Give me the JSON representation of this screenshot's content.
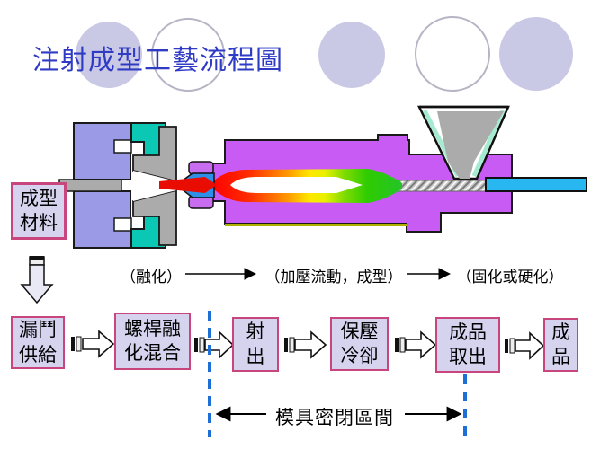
{
  "title": "注射成型工藝流程圖",
  "material_label": {
    "line1": "成型",
    "line2": "材料"
  },
  "stages": [
    {
      "label": "（融化）"
    },
    {
      "label": "（加壓流動，成型）"
    },
    {
      "label": "（固化或硬化）"
    }
  ],
  "flow_steps": [
    {
      "line1": "漏鬥",
      "line2": "供給"
    },
    {
      "line1": "螺桿融",
      "line2": "化混合"
    },
    {
      "line1": "射",
      "line2": "出"
    },
    {
      "line1": "保壓",
      "line2": "冷卻"
    },
    {
      "line1": "成品",
      "line2": "取出"
    },
    {
      "line1": "成",
      "line2": "品"
    }
  ],
  "mold_section_label": "模具密閉區間",
  "diagram_parts": [
    "mold-clamp-unit",
    "mold-core",
    "nozzle",
    "injection-barrel",
    "melt-flame",
    "screw-section",
    "piston-rod",
    "hopper"
  ],
  "colors": {
    "title_blue": "#2F3BC4",
    "box_fill": "#D6D3EF",
    "box_border": "#C8457E",
    "mold_periwinkle": "#9A9AE6",
    "mold_teal": "#0BC8B4",
    "barrel_magenta": "#C95BF5",
    "nozzle_blue": "#2E8FE8",
    "melt_red": "#E90C00",
    "melt_yellow": "#FFE800",
    "melt_green": "#2ECC00",
    "rod_blue": "#29B7F2",
    "hopper_mint": "#A5EBD1",
    "dashed_line_blue": "#1D6FD6",
    "decor_circle": "#C9C9E5"
  }
}
